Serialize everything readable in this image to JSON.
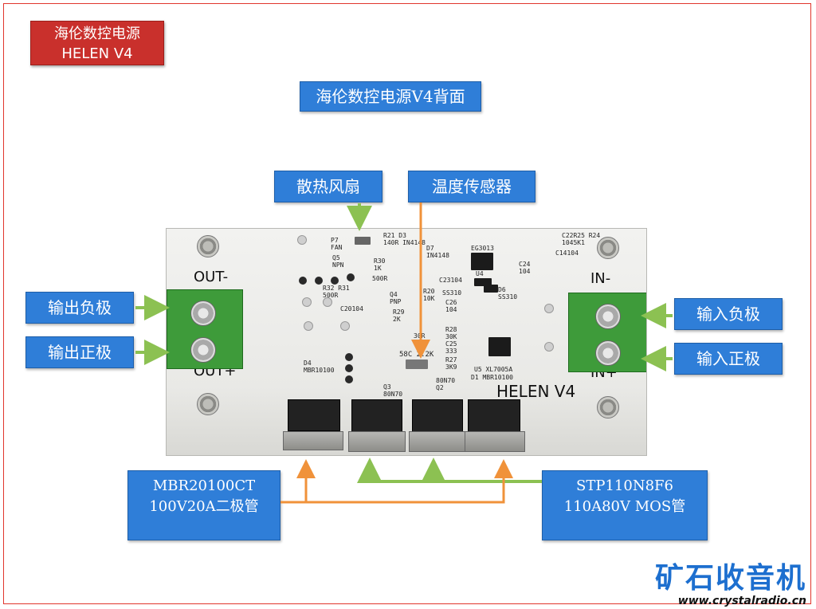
{
  "title_box": {
    "line1": "海伦数控电源",
    "line2": "HELEN V4"
  },
  "subtitle": "海伦数控电源V4背面",
  "callouts": {
    "fan": "散热风扇",
    "temp_sensor": "温度传感器",
    "out_neg": "输出负极",
    "out_pos": "输出正极",
    "in_neg": "输入负极",
    "in_pos": "输入正极",
    "diode_line1": "MBR20100CT",
    "diode_line2": "100V20A二极管",
    "mos_line1": "STP110N8F6",
    "mos_line2": "110A80V MOS管"
  },
  "pcb": {
    "out_label": "OUT-",
    "out_plus_label": "OUT+",
    "in_neg_label": "IN-",
    "in_pos_label": "IN+",
    "brand": "HELEN V4",
    "silk": {
      "fan": "P7\nFAN",
      "r21": "R21 D3\n140R IN4148",
      "q5": "Q5\nNPN",
      "r30": "R30\n1K",
      "r500": "500R",
      "r32": "R32 R31\n500R",
      "c20104": "C20104",
      "q4": "Q4\nPNP",
      "r29": "R29\n2K",
      "d7": "D7\nIN4148",
      "c23104": "C23104",
      "eg3013": "EG3013",
      "u4": "U4",
      "r20": "R20\n10K",
      "ss310a": "SS310",
      "c26": "C26\n104",
      "d6": "D6\nSS310",
      "c24": "C24\n104",
      "c22": "C22R25 R24\n1045K1",
      "c14104": "C14104",
      "r28": "R28\n30K\nC25\n333",
      "r27": "R27\n3K9",
      "r58": "58C  2.2K",
      "u5": "U5   XL7005A",
      "d1": "D1 MBR10100",
      "d4": "D4\nMBR10100",
      "q3": "Q3\n80N70",
      "q2": "80N70\nQ2",
      "r23": "30R\nR23"
    }
  },
  "logo": {
    "cn": "矿石收音机",
    "url": "www.crystalradio.cn"
  },
  "colors": {
    "frame": "#e0362c",
    "title_bg": "#c9302c",
    "callout_bg": "#2f7ed8",
    "arrow_green": "#8cc152",
    "arrow_orange": "#f0923a",
    "logo_blue": "#1d6fcf"
  }
}
